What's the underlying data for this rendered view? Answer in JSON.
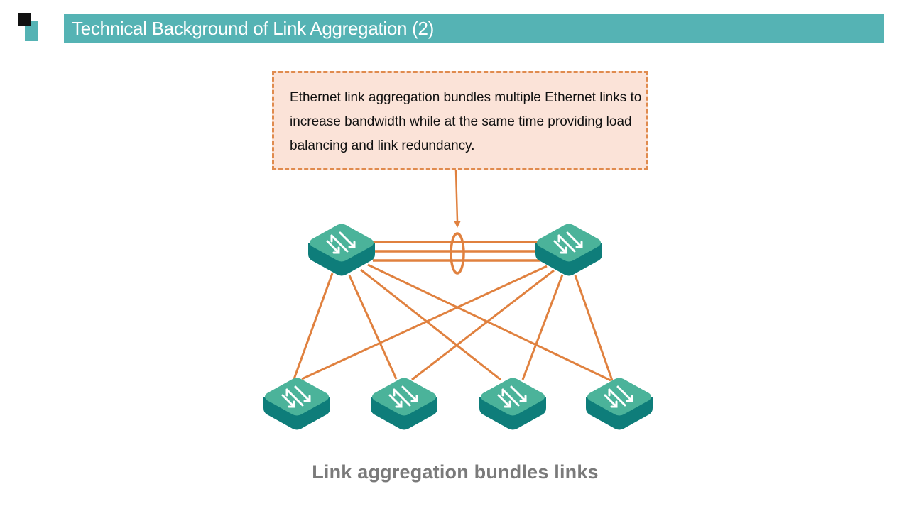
{
  "slide": {
    "title": "Technical Background of Link Aggregation (2)",
    "callout_text": "Ethernet link aggregation bundles multiple Ethernet links to increase bandwidth while at the same time providing load balancing and link redundancy.",
    "caption": "Link aggregation bundles links"
  },
  "colors": {
    "accent_teal": "#55b3b4",
    "link_orange": "#e0813f",
    "callout_fill": "#fbe3d8",
    "switch_top": "#4bb39a",
    "switch_side": "#0e7d7a"
  },
  "diagram": {
    "core_switches": [
      {
        "id": "core-left",
        "icon": "switch-icon"
      },
      {
        "id": "core-right",
        "icon": "switch-icon"
      }
    ],
    "access_switches": [
      {
        "id": "access-1",
        "icon": "switch-icon"
      },
      {
        "id": "access-2",
        "icon": "switch-icon"
      },
      {
        "id": "access-3",
        "icon": "switch-icon"
      },
      {
        "id": "access-4",
        "icon": "switch-icon"
      }
    ],
    "aggregated_link_count": 3,
    "bundle_marker": "ellipse-bundle-icon",
    "uplinks": [
      [
        "core-left",
        "access-1"
      ],
      [
        "core-left",
        "access-2"
      ],
      [
        "core-left",
        "access-3"
      ],
      [
        "core-left",
        "access-4"
      ],
      [
        "core-right",
        "access-1"
      ],
      [
        "core-right",
        "access-2"
      ],
      [
        "core-right",
        "access-3"
      ],
      [
        "core-right",
        "access-4"
      ]
    ]
  }
}
